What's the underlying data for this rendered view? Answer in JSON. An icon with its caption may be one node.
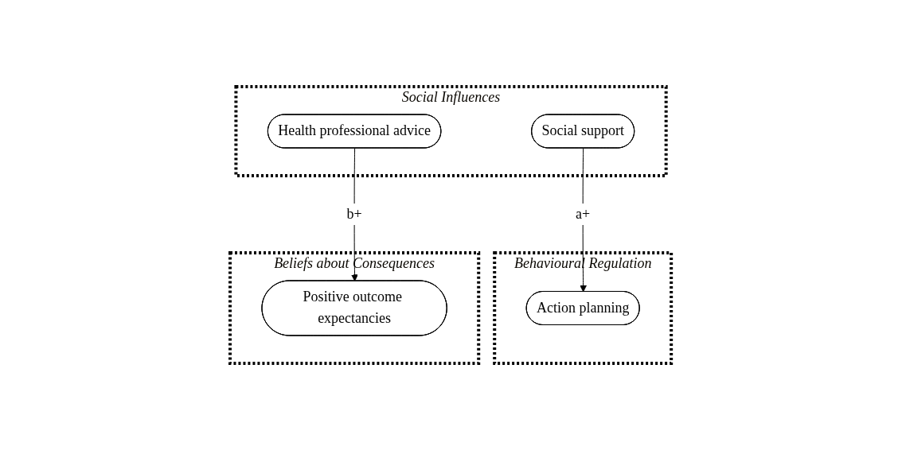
{
  "diagram": {
    "nodes": [
      {
        "text": [
          "Social Influences"
        ]
      },
      {
        "text": [
          "Social support"
        ],
        "in": 0
      },
      {
        "text": [
          "Health professional advice"
        ],
        "in": 0
      },
      {
        "text": [
          "Behavioural Regulation"
        ]
      },
      {
        "text": [
          "Action planning"
        ],
        "in": 3
      },
      {
        "text": [
          "Beliefs about Consequences"
        ]
      },
      {
        "text": [
          "Positive outcome expectancies"
        ],
        "in": 5
      }
    ],
    "edges": [
      {
        "from": 1,
        "to": 4,
        "arrow": "to",
        "label": "a+"
      },
      {
        "from": 2,
        "to": 6,
        "arrow": "to",
        "label": "b+"
      }
    ]
  }
}
